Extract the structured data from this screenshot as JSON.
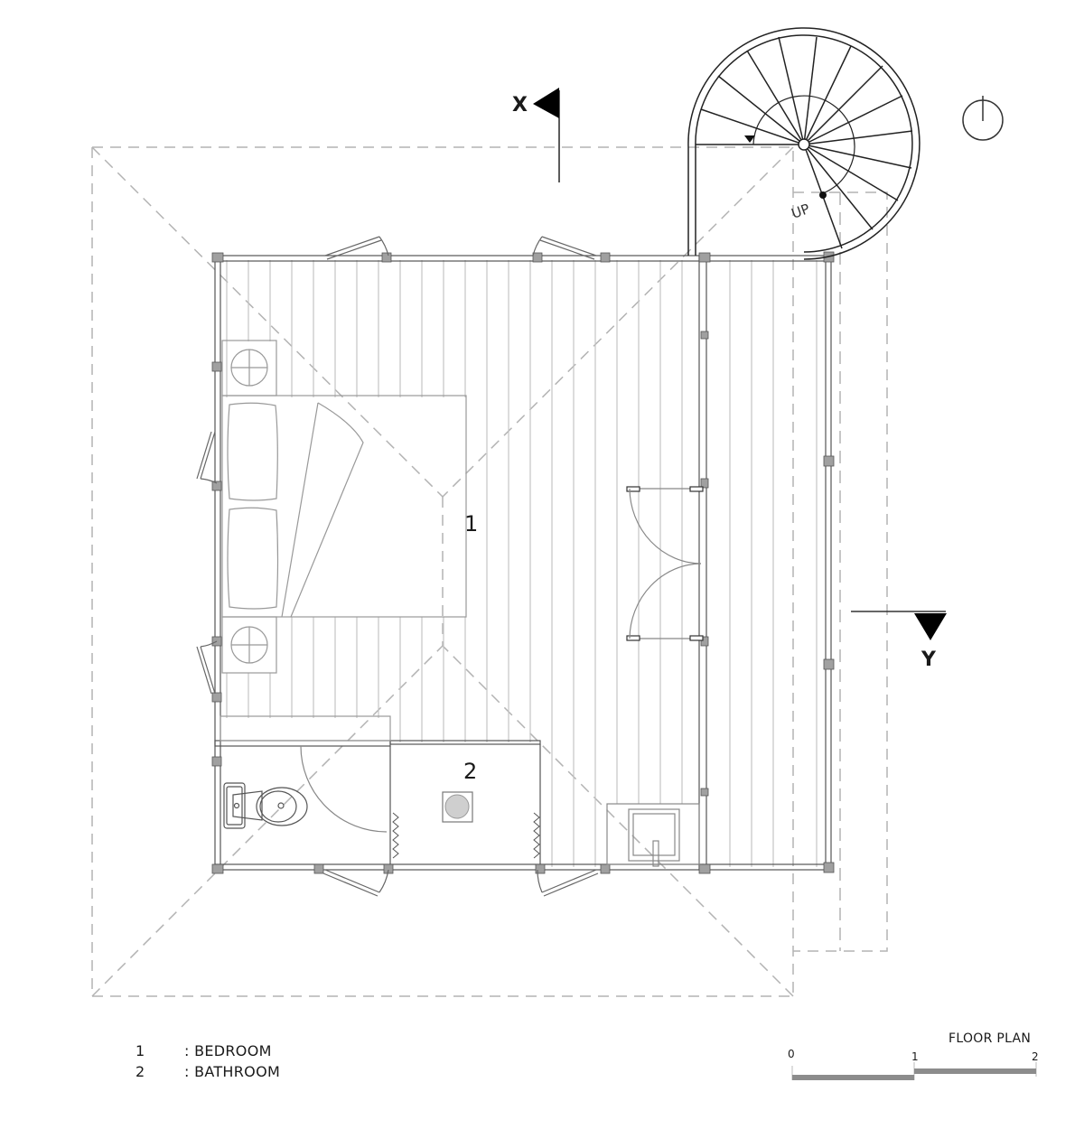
{
  "drawing": {
    "title": "FLOOR PLAN",
    "section_markers": [
      {
        "id": "x",
        "label": "X"
      },
      {
        "id": "y",
        "label": "Y"
      }
    ],
    "rooms": [
      {
        "number": "1",
        "name": "BEDROOM"
      },
      {
        "number": "2",
        "name": "BATHROOM"
      }
    ],
    "stair_label": "UP",
    "north_symbol": "north-arrow",
    "colors": {
      "line": "#333333",
      "light_line": "#b5b5b5",
      "dashed": "#b0b0b0",
      "column_fill": "#9a9a9a",
      "scale_bar": "#8c8c8c"
    }
  },
  "legend": {
    "items": [
      {
        "number": "1",
        "label": ": BEDROOM"
      },
      {
        "number": "2",
        "label": ": BATHROOM"
      }
    ]
  },
  "scale_bar": {
    "title": "FLOOR PLAN",
    "ticks": [
      "0",
      "1",
      "2"
    ]
  }
}
